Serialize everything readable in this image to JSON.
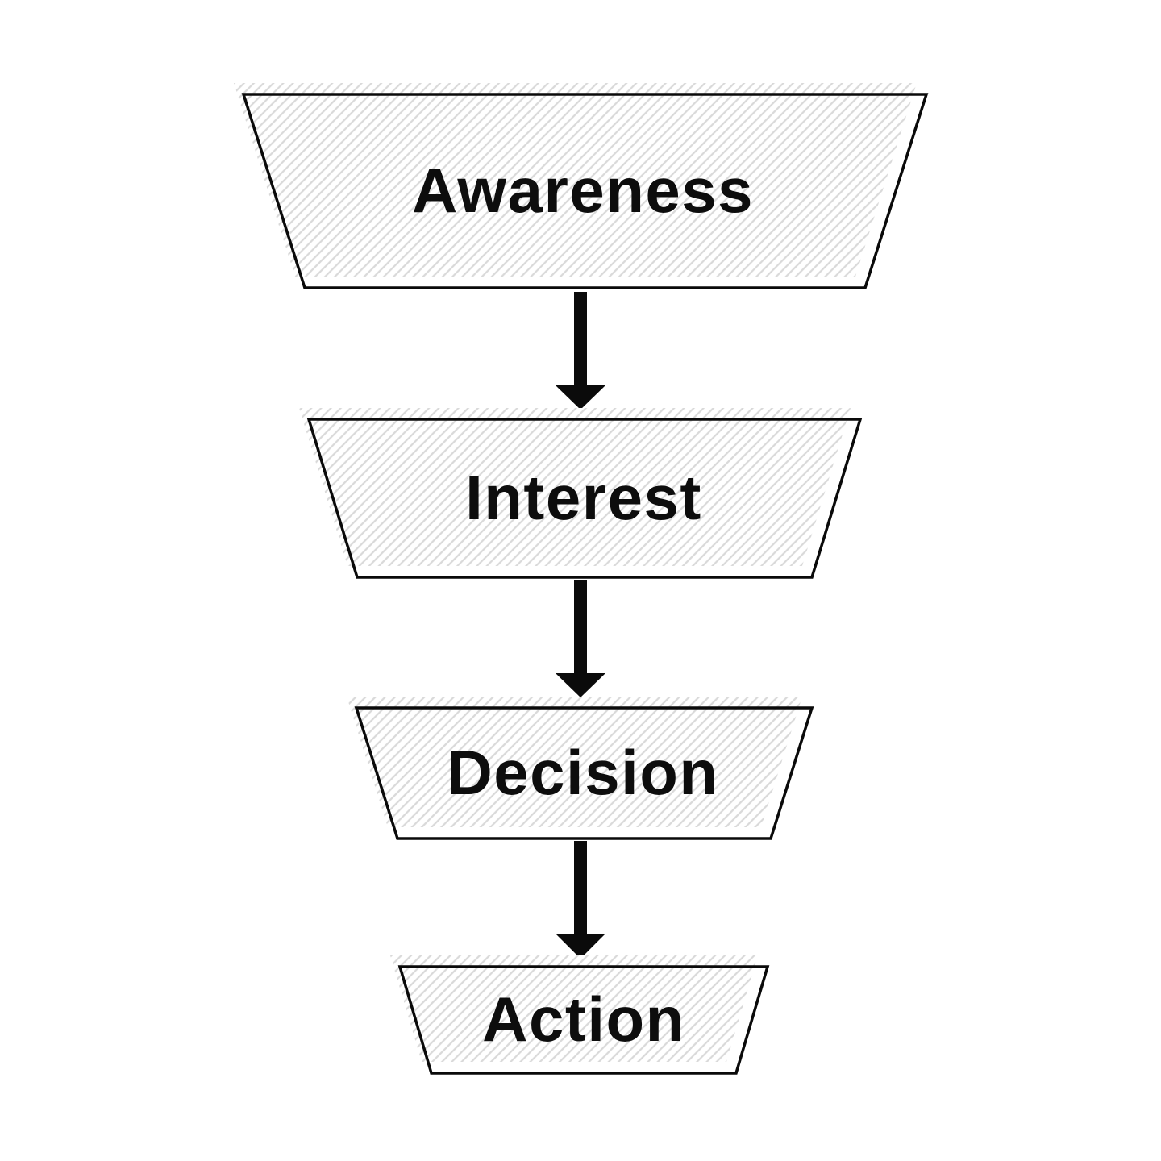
{
  "diagram": {
    "type": "funnel",
    "stages": [
      {
        "label": "Awareness"
      },
      {
        "label": "Interest"
      },
      {
        "label": "Decision"
      },
      {
        "label": "Action"
      }
    ],
    "connector_count": 3,
    "colors": {
      "background": "#ffffff",
      "shape_outline": "#0a0a0a",
      "hatch_line": "#d9d9d9",
      "shape_fill": "#ffffff",
      "label_text": "#0d0d0d",
      "arrow": "#0b0b0b"
    }
  }
}
